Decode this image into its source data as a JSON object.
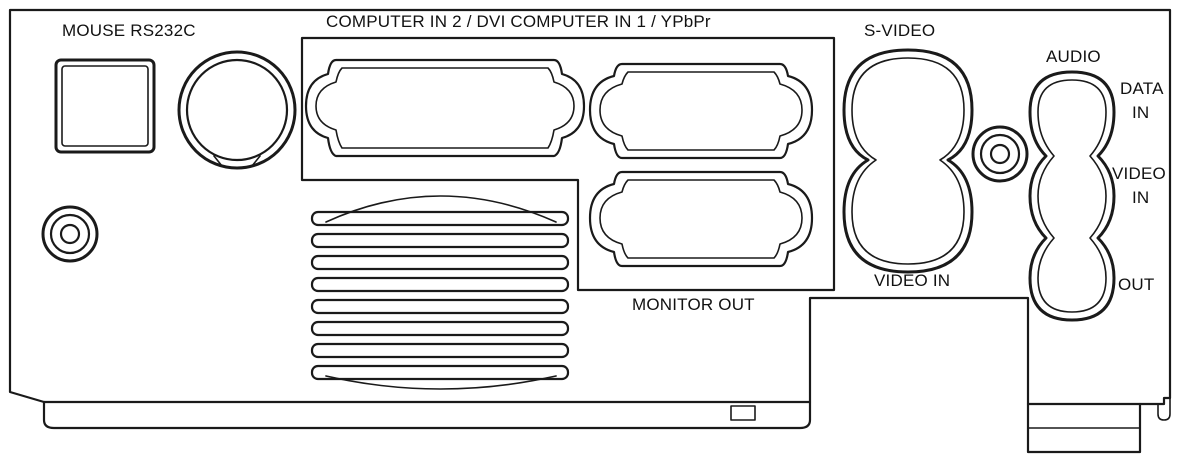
{
  "labels": {
    "mouse_rs232c": "MOUSE RS232C",
    "computer_inputs": "COMPUTER IN 2 / DVI COMPUTER IN 1 / YPbPr",
    "s_video": "S-VIDEO",
    "audio": "AUDIO",
    "data_in_1": "DATA",
    "data_in_2": "IN",
    "video_in_1": "VIDEO",
    "video_in_2": "IN",
    "out": "OUT",
    "video_in": "VIDEO IN",
    "monitor_out": "MONITOR OUT"
  }
}
